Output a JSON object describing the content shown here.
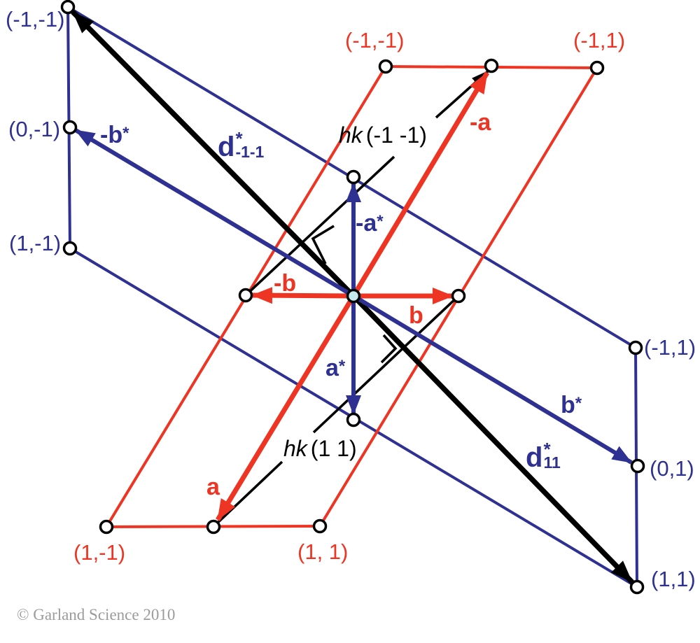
{
  "colors": {
    "blue": "#2e3192",
    "red": "#ee3524",
    "black": "#000000",
    "origin_fill": "#c8e8f0",
    "copyright_gray": "#9b9b9b"
  },
  "reciprocal_point_labels": [
    {
      "text": "(-1,-1)"
    },
    {
      "text": "(0,-1)"
    },
    {
      "text": "(1,-1)"
    },
    {
      "text": "(-1,1)"
    },
    {
      "text": "(0,1)"
    },
    {
      "text": "(1,1)"
    }
  ],
  "direct_point_labels": [
    {
      "text": "(-1,-1)"
    },
    {
      "text": "(-1,1)"
    },
    {
      "text": "(1,-1)"
    },
    {
      "text": "(1, 1)"
    }
  ],
  "vector_labels": {
    "neg_b_star": {
      "base": "-b",
      "sup": "*"
    },
    "neg_a_star": {
      "base": "-a",
      "sup": "*"
    },
    "a_star": {
      "base": "a",
      "sup": "*"
    },
    "b_star": {
      "base": "b",
      "sup": "*"
    },
    "neg_a": {
      "base": "-a"
    },
    "neg_b": {
      "base": "-b"
    },
    "b": {
      "base": "b"
    },
    "a": {
      "base": "a"
    },
    "d_neg1neg1": {
      "base": "d",
      "sup": "*",
      "sub": "-1-1"
    },
    "d_11": {
      "base": "d",
      "sup": "*",
      "sub": "11"
    }
  },
  "plane_labels": {
    "hk_neg1neg1": {
      "italic": "hk",
      "rest": "(-1 -1)"
    },
    "hk_11": {
      "italic": "hk",
      "rest": "(1 1)"
    }
  },
  "footer": {
    "copyright": "© Garland Science 2010"
  }
}
